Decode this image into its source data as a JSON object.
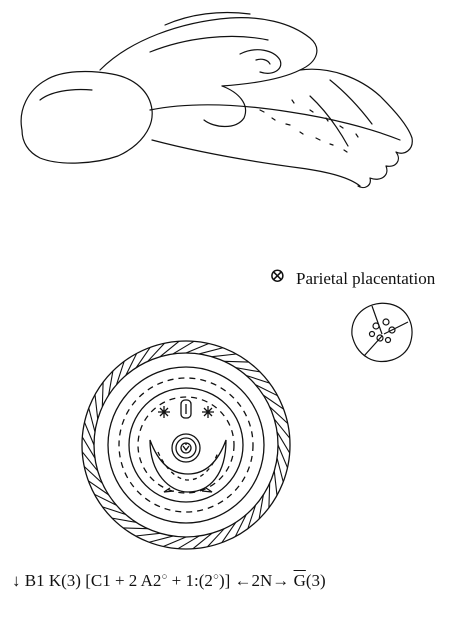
{
  "labels": {
    "axis_symbol": "⊗",
    "placentation": "Parietal placentation"
  },
  "formula": {
    "prefix": "↓ B1 K(3) [C1 + 2 A2",
    "deg1": "○",
    "mid": " + 1:(2",
    "deg2": "○",
    "close": ")] ←2N→ ",
    "gyn": "G",
    "suffix": "(3)"
  },
  "colors": {
    "ink": "#111111",
    "background": "#ffffff"
  }
}
